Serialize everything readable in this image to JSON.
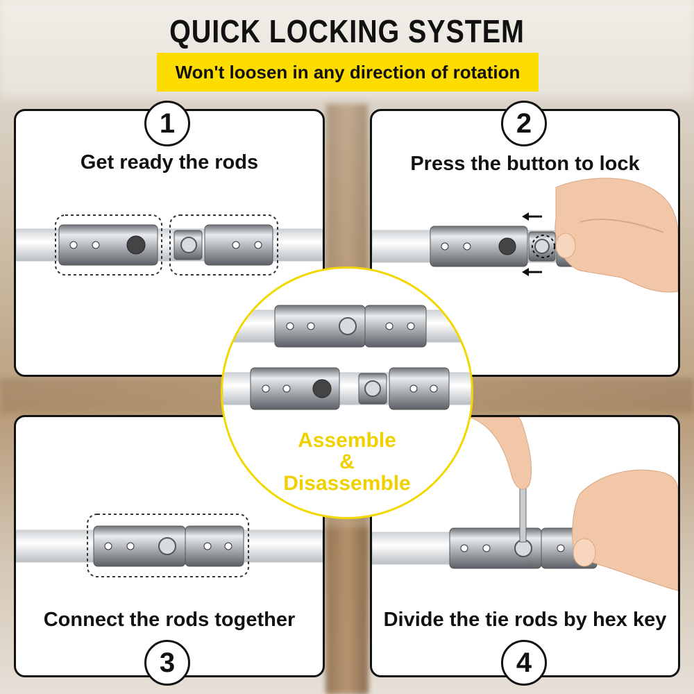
{
  "header": {
    "title": "QUICK LOCKING SYSTEM",
    "subtitle": "Won't loosen in any direction of rotation"
  },
  "steps": [
    {
      "number": "1",
      "caption": "Get ready the rods"
    },
    {
      "number": "2",
      "caption": "Press the button to lock"
    },
    {
      "number": "3",
      "caption": "Connect the rods together"
    },
    {
      "number": "4",
      "caption": "Divide the tie rods by hex key"
    }
  ],
  "center": {
    "line1": "Assemble",
    "line2": "&",
    "line3": "Disassemble"
  },
  "colors": {
    "accent_yellow": "#fddc00",
    "text_yellow": "#f0d000",
    "border": "#111111",
    "metal": "#b8bcc0"
  }
}
